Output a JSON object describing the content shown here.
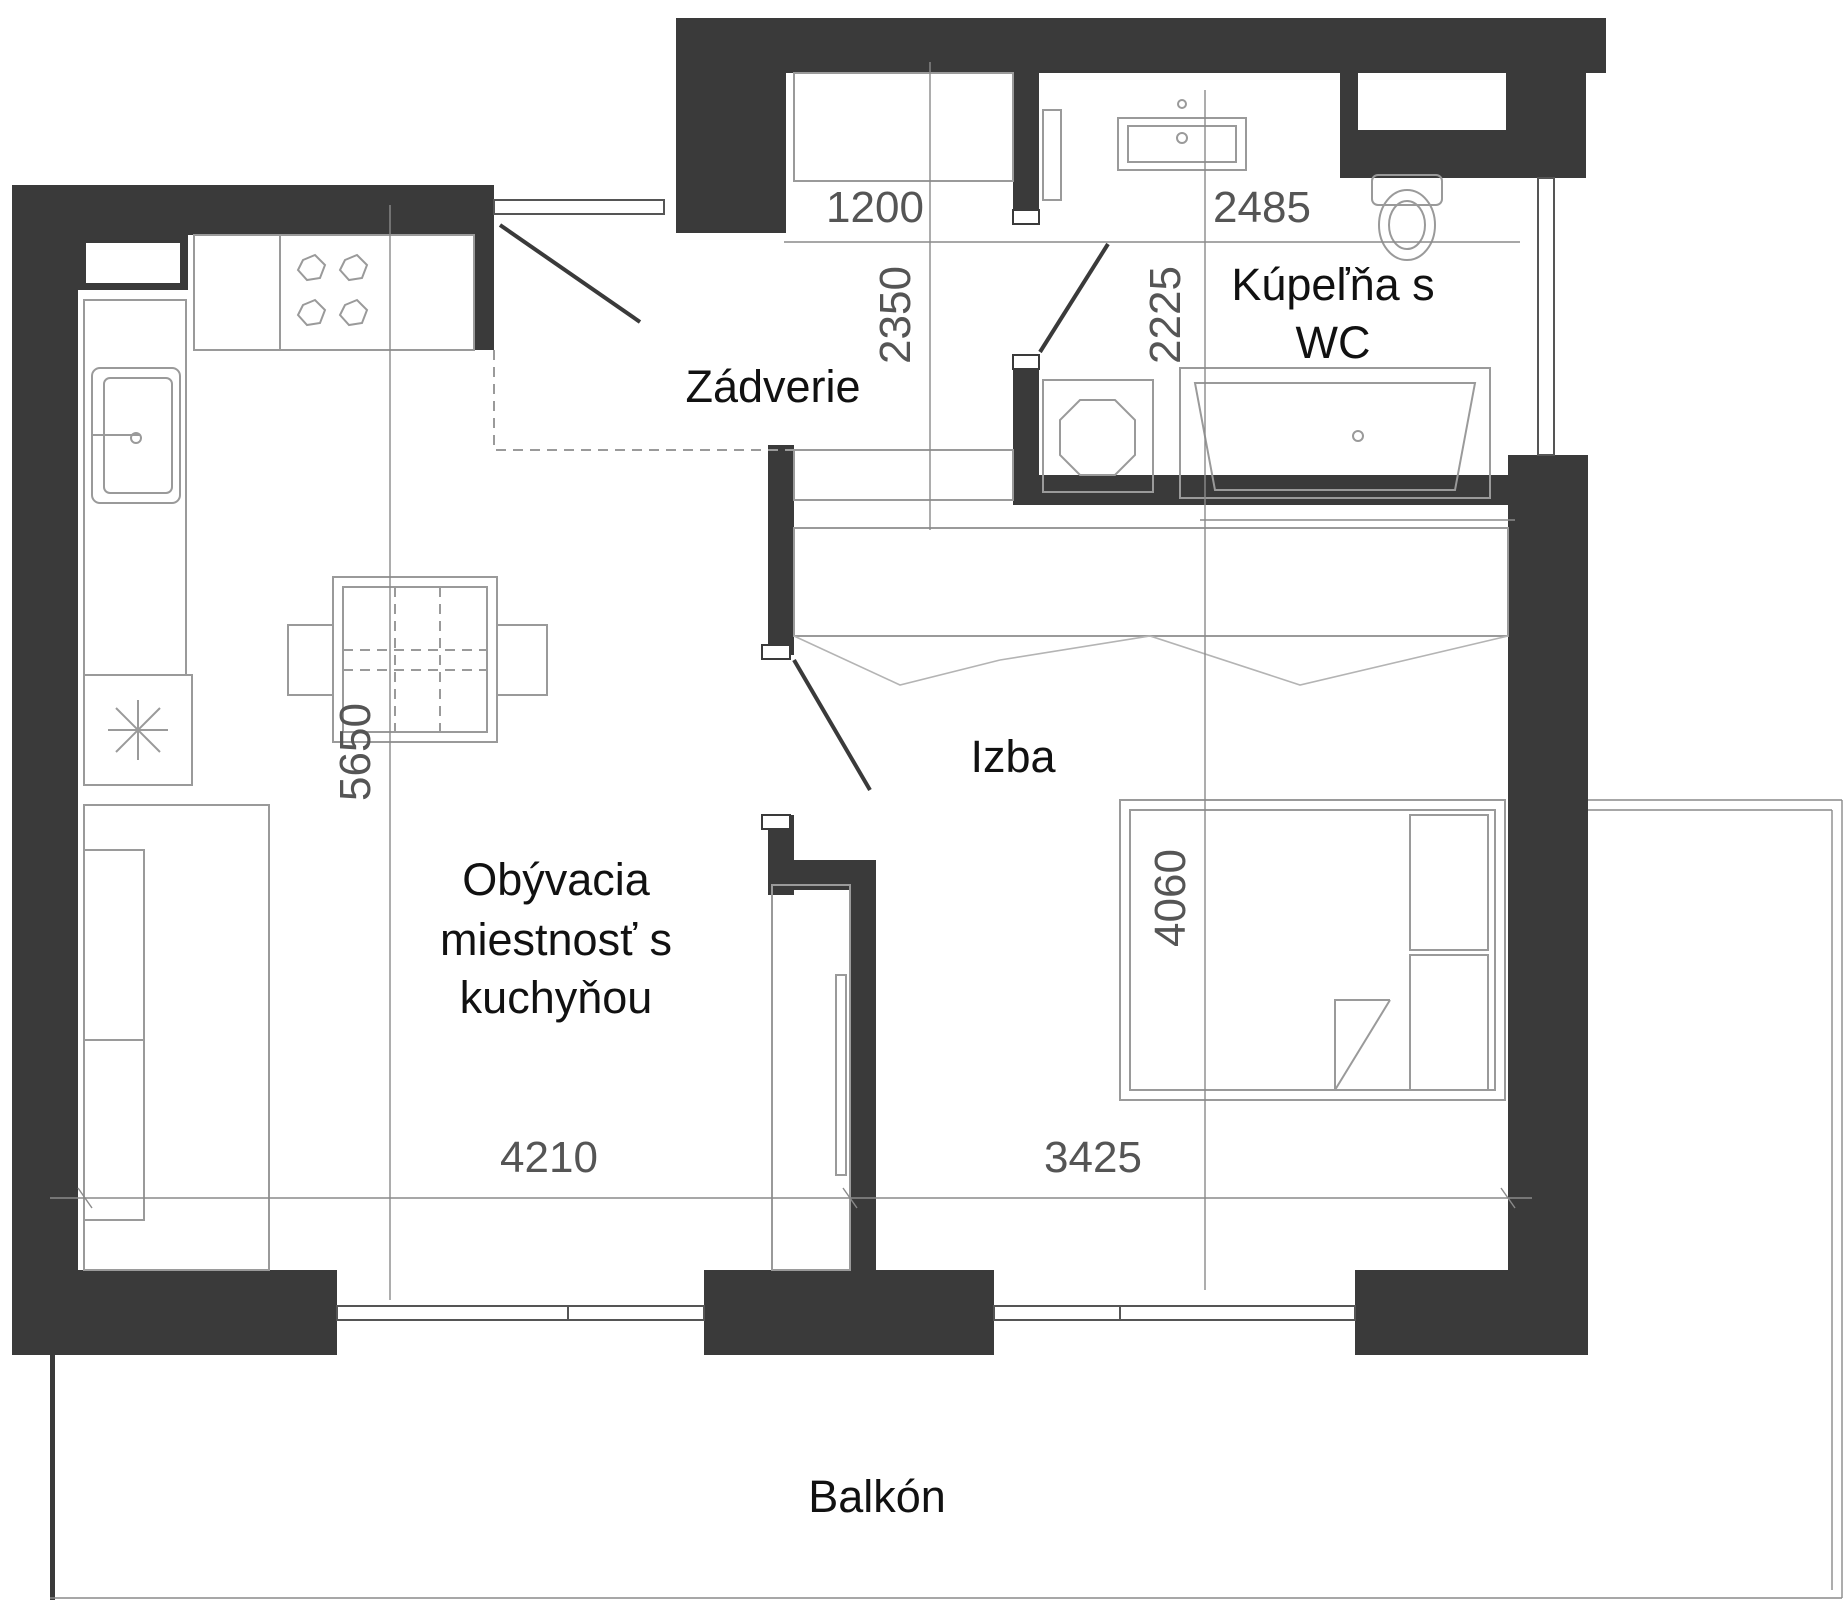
{
  "rooms": {
    "zadverie": "Zádverie",
    "kupelna_1": "Kúpeľňa s",
    "kupelna_2": "WC",
    "izba": "Izba",
    "obyvacia_1": "Obývacia",
    "obyvacia_2": "miestnosť s",
    "obyvacia_3": "kuchyňou",
    "balkon": "Balkón"
  },
  "dimensions": {
    "d1200": "1200",
    "d2485": "2485",
    "d2350": "2350",
    "d2225": "2225",
    "d5650": "5650",
    "d4060": "4060",
    "d4210": "4210",
    "d3425": "3425"
  }
}
